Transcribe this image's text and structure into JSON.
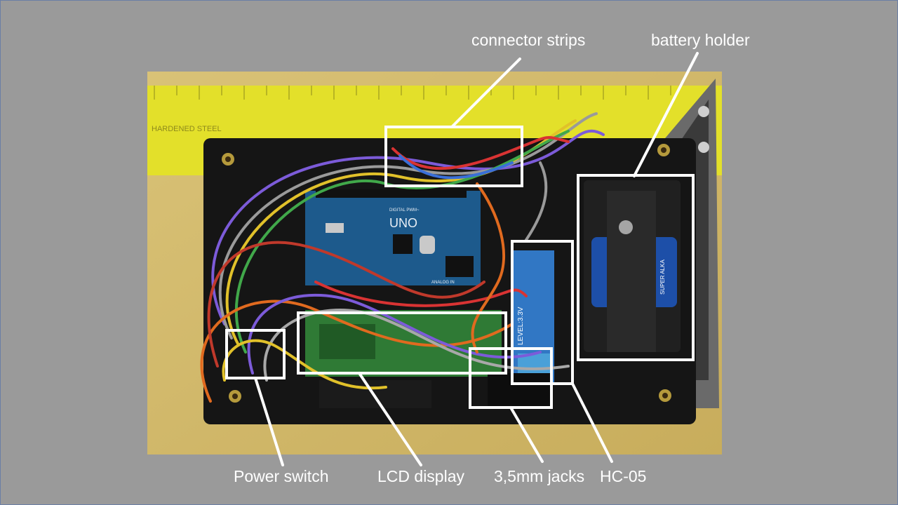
{
  "slide": {
    "background": "#9a9a9a",
    "accent": "#ffffff"
  },
  "photo": {
    "board_text": "UNO",
    "board_subtext": "DIGITAL PWM~",
    "analog_text": "ANALOG IN",
    "ruler_text": "HARDENED STEEL",
    "battery_text": "SUPER ALKA",
    "module_text": "LEVEL:3.3V"
  },
  "labels": {
    "connector_strips": "connector strips",
    "battery_holder": "battery holder",
    "power_switch": "Power switch",
    "lcd_display": "LCD display",
    "jacks": "3,5mm jacks",
    "hc05": "HC-05"
  }
}
